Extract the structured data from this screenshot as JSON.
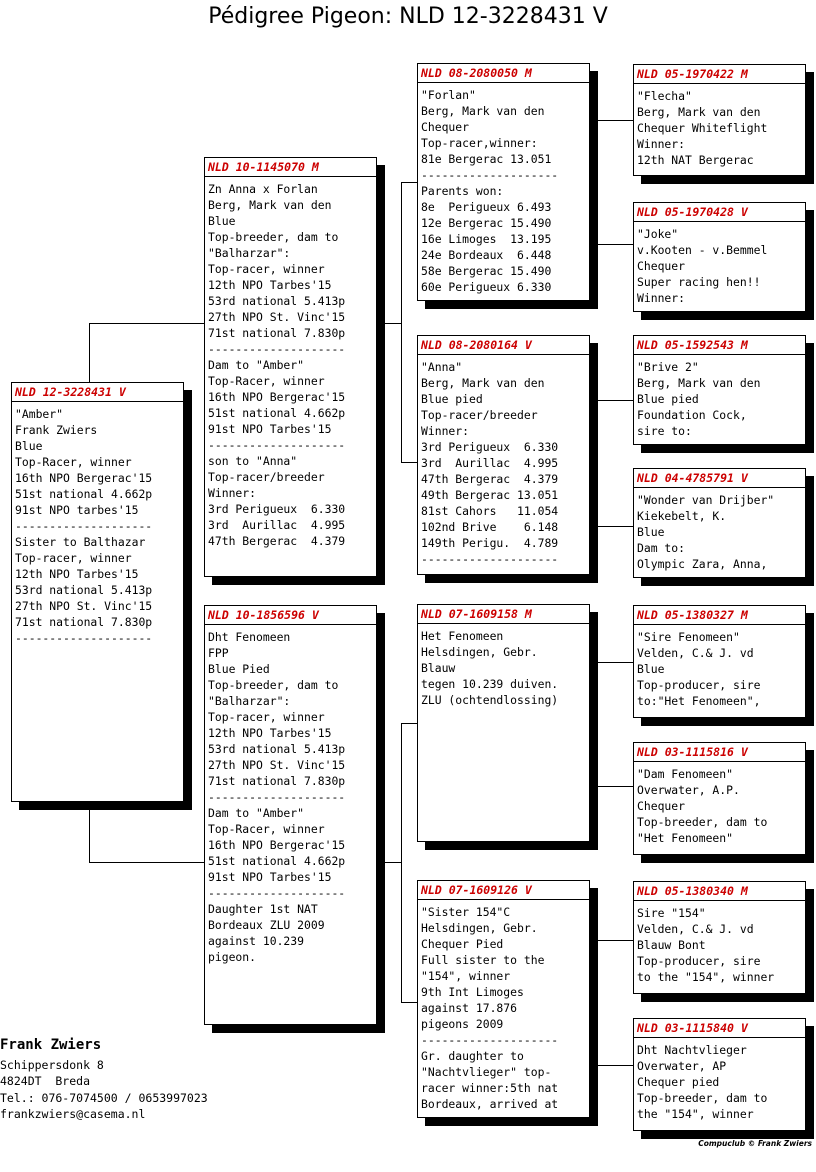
{
  "title": "Pédigree Pigeon: NLD 12-3228431 V",
  "cards": {
    "subject": {
      "header": "NLD 12-3228431 V",
      "lines": [
        "\"Amber\"",
        "Frank Zwiers",
        "Blue",
        "Top-Racer, winner",
        "16th NPO Bergerac'15",
        "51st national 4.662p",
        "91st NPO tarbes'15",
        "--------------------",
        "Sister to Balthazar",
        "Top-racer, winner",
        "12th NPO Tarbes'15",
        "53rd national 5.413p",
        "27th NPO St. Vinc'15",
        "71st national 7.830p",
        "--------------------"
      ]
    },
    "sire": {
      "header": "NLD 10-1145070 M",
      "lines": [
        "Zn Anna x Forlan",
        "Berg, Mark van den",
        "Blue",
        "Top-breeder, dam to",
        "\"Balharzar\":",
        "Top-racer, winner",
        "12th NPO Tarbes'15",
        "53rd national 5.413p",
        "27th NPO St. Vinc'15",
        "71st national 7.830p",
        "--------------------",
        "Dam to \"Amber\"",
        "Top-Racer, winner",
        "16th NPO Bergerac'15",
        "51st national 4.662p",
        "91st NPO Tarbes'15",
        "--------------------",
        "son to \"Anna\"",
        "Top-racer/breeder",
        "Winner:",
        "3rd Perigueux  6.330",
        "3rd  Aurillac  4.995",
        "47th Bergerac  4.379"
      ]
    },
    "dam": {
      "header": "NLD 10-1856596 V",
      "lines": [
        "Dht Fenomeen",
        "FPP",
        "Blue Pied",
        "Top-breeder, dam to",
        "\"Balharzar\":",
        "Top-racer, winner",
        "12th NPO Tarbes'15",
        "53rd national 5.413p",
        "27th NPO St. Vinc'15",
        "71st national 7.830p",
        "--------------------",
        "Dam to \"Amber\"",
        "Top-Racer, winner",
        "16th NPO Bergerac'15",
        "51st national 4.662p",
        "91st NPO Tarbes'15",
        "--------------------",
        "Daughter 1st NAT",
        "Bordeaux ZLU 2009",
        "against 10.239",
        "pigeon."
      ]
    },
    "ss": {
      "header": "NLD 08-2080050 M",
      "lines": [
        "\"Forlan\"",
        "Berg, Mark van den",
        "Chequer",
        "Top-racer,winner:",
        "81e Bergerac 13.051",
        "--------------------",
        "Parents won:",
        "8e  Perigueux 6.493",
        "12e Bergerac 15.490",
        "16e Limoges  13.195",
        "24e Bordeaux  6.448",
        "58e Bergerac 15.490",
        "60e Perigueux 6.330"
      ]
    },
    "sd": {
      "header": "NLD 08-2080164 V",
      "lines": [
        "\"Anna\"",
        "Berg, Mark van den",
        "Blue pied",
        "Top-racer/breeder",
        "Winner:",
        "3rd Perigueux  6.330",
        "3rd  Aurillac  4.995",
        "47th Bergerac  4.379",
        "49th Bergerac 13.051",
        "81st Cahors   11.054",
        "102nd Brive    6.148",
        "149th Perigu.  4.789",
        "--------------------"
      ]
    },
    "ds": {
      "header": "NLD 07-1609158 M",
      "lines": [
        "Het Fenomeen",
        "Helsdingen, Gebr.",
        "Blauw",
        "tegen 10.239 duiven.",
        "ZLU (ochtendlossing)"
      ]
    },
    "dd": {
      "header": "NLD 07-1609126 V",
      "lines": [
        "\"Sister 154\"C",
        "Helsdingen, Gebr.",
        "Chequer Pied",
        "Full sister to the",
        "\"154\", winner",
        "9th Int Limoges",
        "against 17.876",
        "pigeons 2009",
        "--------------------",
        "Gr. daughter to",
        "\"Nachtvlieger\" top-",
        "racer winner:5th nat",
        "Bordeaux, arrived at"
      ]
    },
    "sss": {
      "header": "NLD 05-1970422 M",
      "lines": [
        "\"Flecha\"",
        "Berg, Mark van den",
        "Chequer Whiteflight",
        "Winner:",
        "12th NAT Bergerac"
      ]
    },
    "ssd": {
      "header": "NLD 05-1970428 V",
      "lines": [
        "\"Joke\"",
        "v.Kooten - v.Bemmel",
        "Chequer",
        "Super racing hen!!",
        "Winner:"
      ]
    },
    "sds": {
      "header": "NLD 05-1592543 M",
      "lines": [
        "\"Brive 2\"",
        "Berg, Mark van den",
        "Blue pied",
        "Foundation Cock,",
        "sire to:"
      ]
    },
    "sdd": {
      "header": "NLD 04-4785791 V",
      "lines": [
        "\"Wonder van Drijber\"",
        "Kiekebelt, K.",
        "Blue",
        "Dam to:",
        "Olympic Zara, Anna,"
      ]
    },
    "dss": {
      "header": "NLD 05-1380327 M",
      "lines": [
        "\"Sire Fenomeen\"",
        "Velden, C.& J. vd",
        "Blue",
        "Top-producer, sire",
        "to:\"Het Fenomeen\","
      ]
    },
    "dsd": {
      "header": "NLD 03-1115816 V",
      "lines": [
        "\"Dam Fenomeen\"",
        "Overwater, A.P.",
        "Chequer",
        "Top-breeder, dam to",
        "\"Het Fenomeen\""
      ]
    },
    "dds": {
      "header": "NLD 05-1380340 M",
      "lines": [
        "Sire \"154\"",
        "Velden, C.& J. vd",
        "Blauw Bont",
        "Top-producer, sire",
        "to the \"154\", winner"
      ]
    },
    "ddd": {
      "header": "NLD 03-1115840 V",
      "lines": [
        "Dht Nachtvlieger",
        "Overwater, AP",
        "Chequer pied",
        "Top-breeder, dam to",
        "the \"154\", winner"
      ]
    }
  },
  "owner": {
    "name": "Frank Zwiers",
    "lines": [
      "Schippersdonk 8",
      "4824DT  Breda",
      "Tel.: 076-7074500 / 0653997023",
      "frankzwiers@casema.nl"
    ]
  },
  "credit": "Compuclub © Frank Zwiers",
  "colors": {
    "header_red": "#cc0000"
  }
}
